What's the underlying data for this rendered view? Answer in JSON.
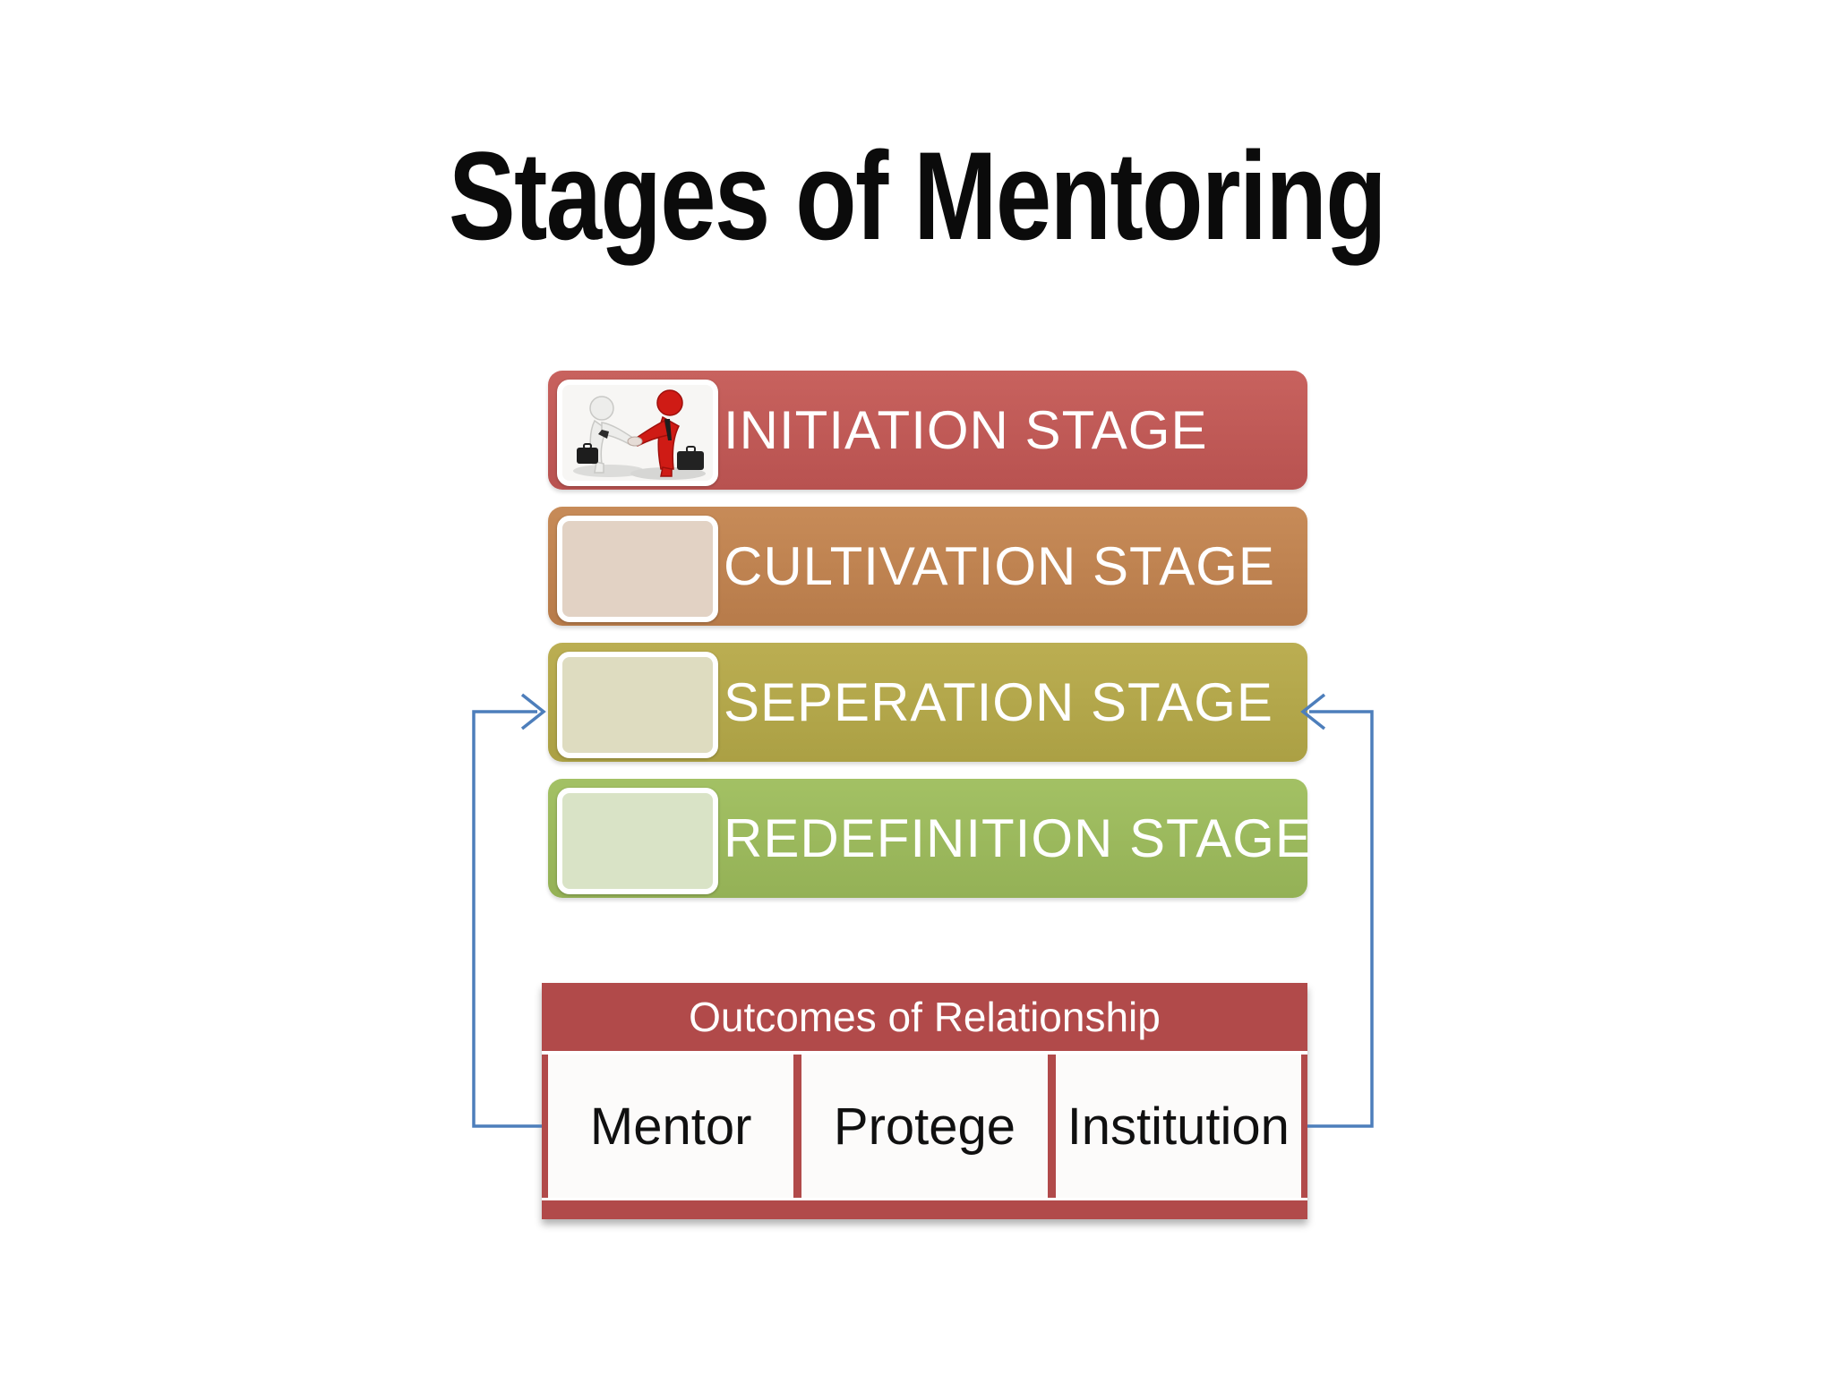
{
  "title": "Stages of Mentoring",
  "stages": [
    {
      "label": "INITIATION STAGE",
      "color": "#c05a56",
      "tile": "handshake-photo"
    },
    {
      "label": "CULTIVATION STAGE",
      "color": "#c08452",
      "tile": "#e2d2c4"
    },
    {
      "label": "SEPERATION STAGE",
      "color": "#b4a74b",
      "tile": "#dedcc0"
    },
    {
      "label": "REDEFINITION STAGE",
      "color": "#9cba5d",
      "tile": "#d9e3c6"
    }
  ],
  "outcomes": {
    "header": "Outcomes of Relationship",
    "cells": [
      "Mentor",
      "Protege",
      "Institution"
    ],
    "frame_color": "#b14a4a",
    "cell_background": "#fcfbfa"
  },
  "arrows": {
    "description": "feedback arrows from outcomes table up to Seperation Stage",
    "color": "#4d7ebb"
  },
  "text_colors": {
    "title": "#0b0b0b",
    "bar_label": "#ffffff",
    "cell_label": "#101010"
  }
}
